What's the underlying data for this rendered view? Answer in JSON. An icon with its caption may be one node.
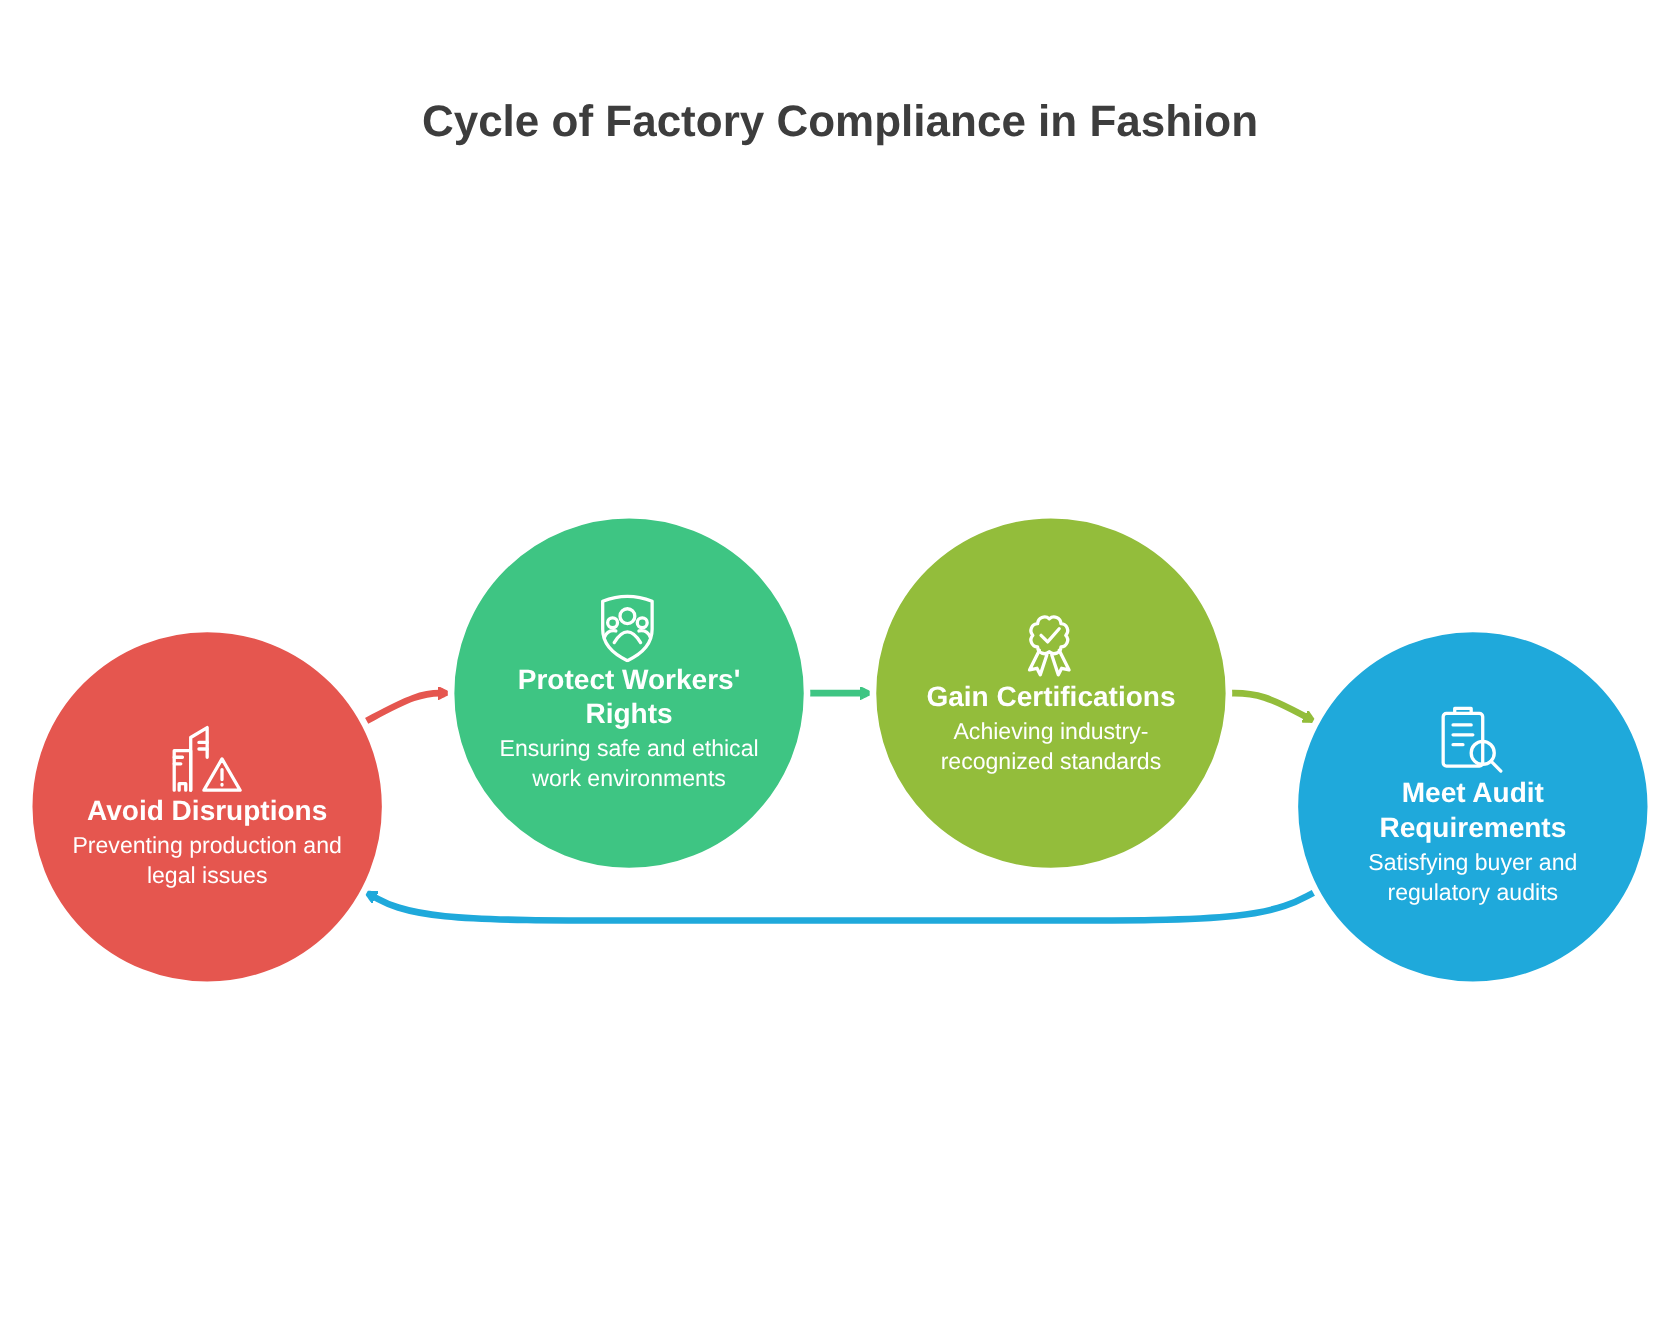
{
  "diagram": {
    "title": "Cycle of Factory Compliance in Fashion",
    "nodes": [
      {
        "text": [
          "Avoid Disruptions",
          "Preventing production and legal issues"
        ]
      },
      {
        "text": [
          "Protect Workers' Rights",
          "Ensuring safe and ethical work environments"
        ]
      },
      {
        "text": [
          "Gain Certifications",
          "Achieving industry-recognized standards"
        ]
      },
      {
        "text": [
          "Meet Audit Requirements",
          "Satisfying buyer and regulatory audits"
        ]
      }
    ],
    "edges": [
      {
        "from": 0,
        "to": 1,
        "arrow": "to",
        "color": "#e5564f"
      },
      {
        "from": 1,
        "to": 2,
        "arrow": "to",
        "color": "#3ec583"
      },
      {
        "from": 2,
        "to": 3,
        "arrow": "to",
        "color": "#93bd3b"
      },
      {
        "from": 3,
        "to": 0,
        "arrow": "to",
        "color": "#1fa9db"
      }
    ]
  }
}
